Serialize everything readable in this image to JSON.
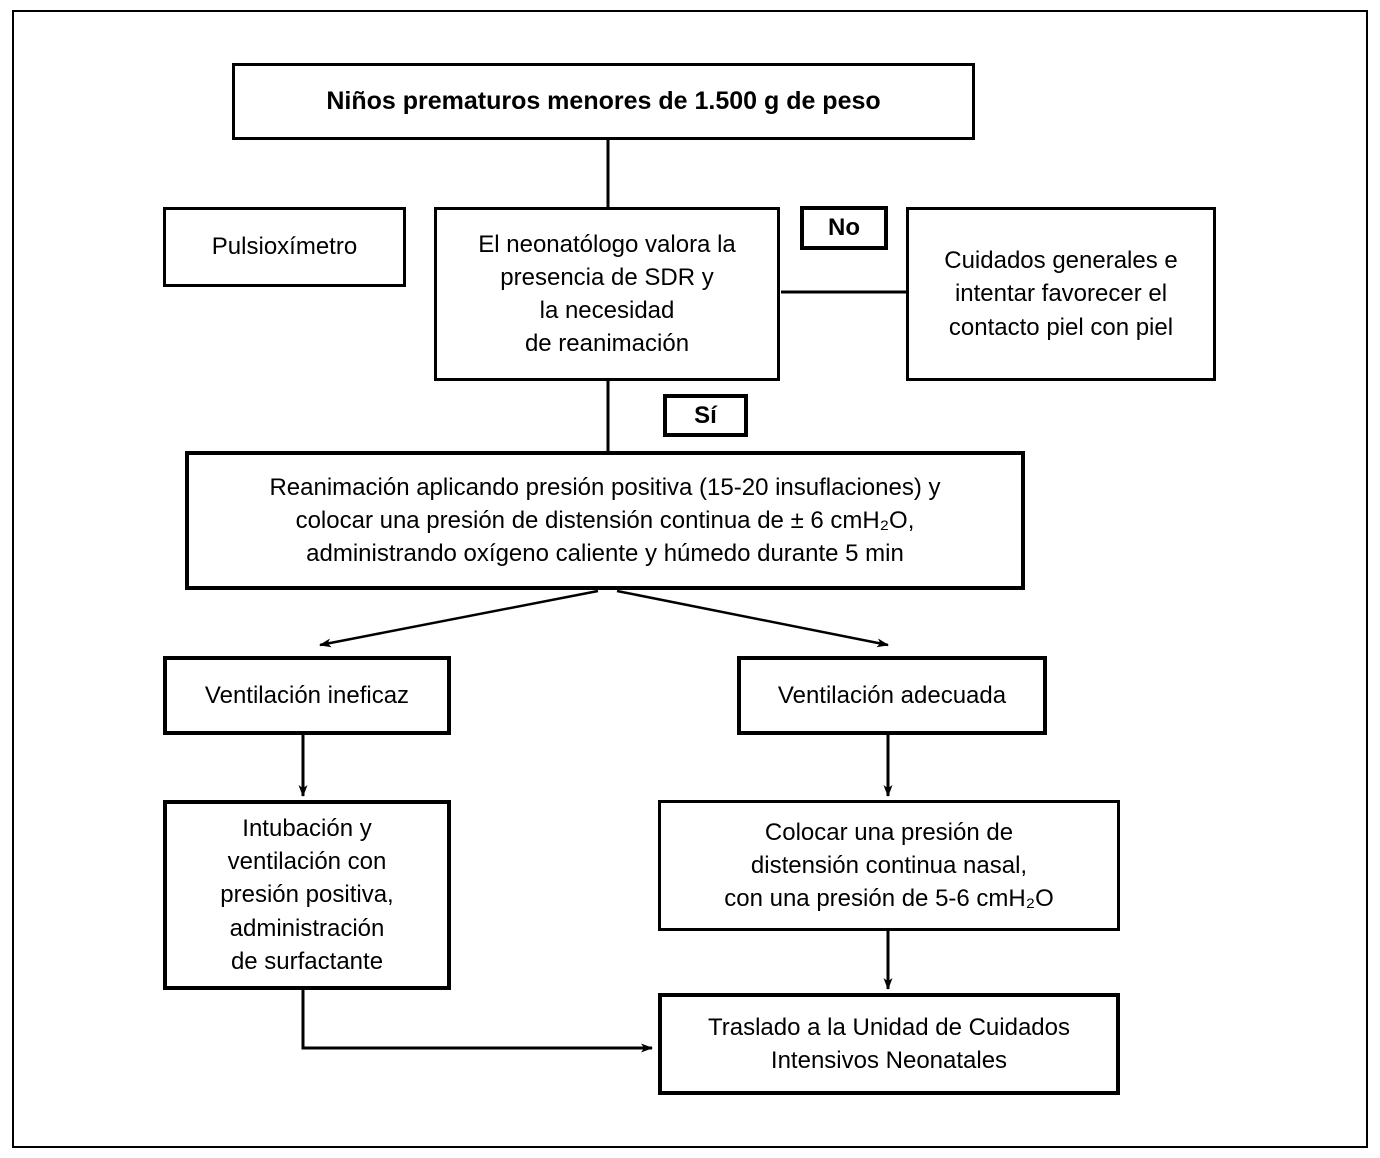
{
  "diagram": {
    "boxes": {
      "title": "Niños prematuros menores de 1.500 g de peso",
      "pulse_oximeter": "Pulsioxímetro",
      "assessment": "El neonatólogo valora la\npresencia de SDR y\nla necesidad\nde reanimación",
      "no_label": "No",
      "general_care": "Cuidados generales e\nintentar favorecer el\ncontacto piel con piel",
      "yes_label": "Sí",
      "resuscitation": "Reanimación aplicando presión positiva (15-20 insuflaciones) y\ncolocar una presión de distensión continua de ± 6 cmH₂O,\nadministrando oxígeno caliente y húmedo durante 5 min",
      "ventilation_ineffective": "Ventilación ineficaz",
      "ventilation_adequate": "Ventilación adecuada",
      "intubation": "Intubación y\nventilación con\npresión positiva,\nadministración\nde surfactante",
      "nasal_cpap": "Colocar una presión de\ndistensión continua nasal,\ncon una presión de 5-6 cmH₂O",
      "nicu_transfer": "Traslado a la Unidad de Cuidados\nIntensivos Neonatales"
    },
    "colors": {
      "line": "#000000",
      "background": "#ffffff"
    }
  }
}
